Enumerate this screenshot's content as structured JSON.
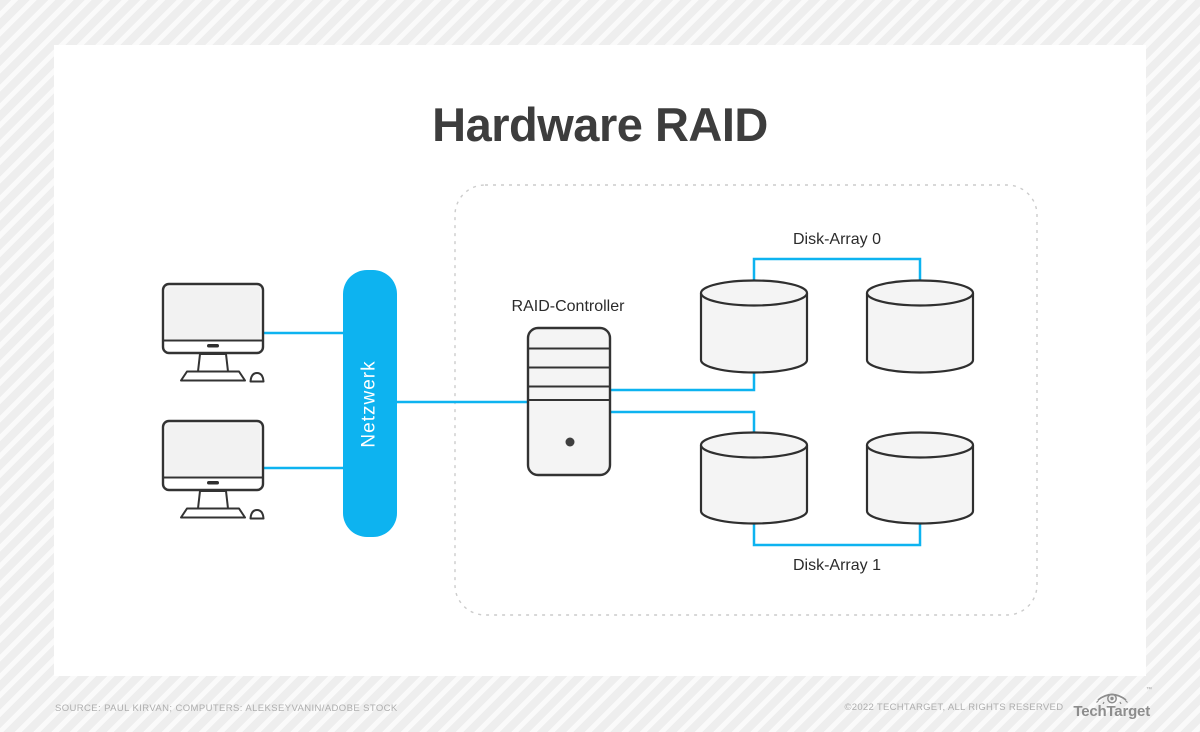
{
  "title": "Hardware RAID",
  "diagram": {
    "nodes": {
      "clients": [
        {
          "icon": "desktop-computer-icon"
        },
        {
          "icon": "desktop-computer-icon"
        }
      ],
      "network": {
        "label": "Netzwerk"
      },
      "controller": {
        "label": "RAID-Controller",
        "icon": "server-tower-icon"
      },
      "disk_arrays": [
        {
          "label": "Disk-Array 0",
          "disks": 2,
          "icon": "disk-cylinder-icon"
        },
        {
          "label": "Disk-Array 1",
          "disks": 2,
          "icon": "disk-cylinder-icon"
        }
      ]
    },
    "colors": {
      "connector_blue": "#0db3f0",
      "network_bar": "#0db3f0",
      "outline": "#333333",
      "shape_fill": "#f4f4f4",
      "dashed_border": "#cccccc",
      "title_text": "#3d3d3d"
    }
  },
  "footer": {
    "source": "SOURCE: PAUL KIRVAN; COMPUTERS: ALEKSEYVANIN/ADOBE STOCK",
    "copyright": "©2022 TECHTARGET, ALL RIGHTS RESERVED",
    "logo_text": "TechTarget",
    "trademark": "™"
  }
}
